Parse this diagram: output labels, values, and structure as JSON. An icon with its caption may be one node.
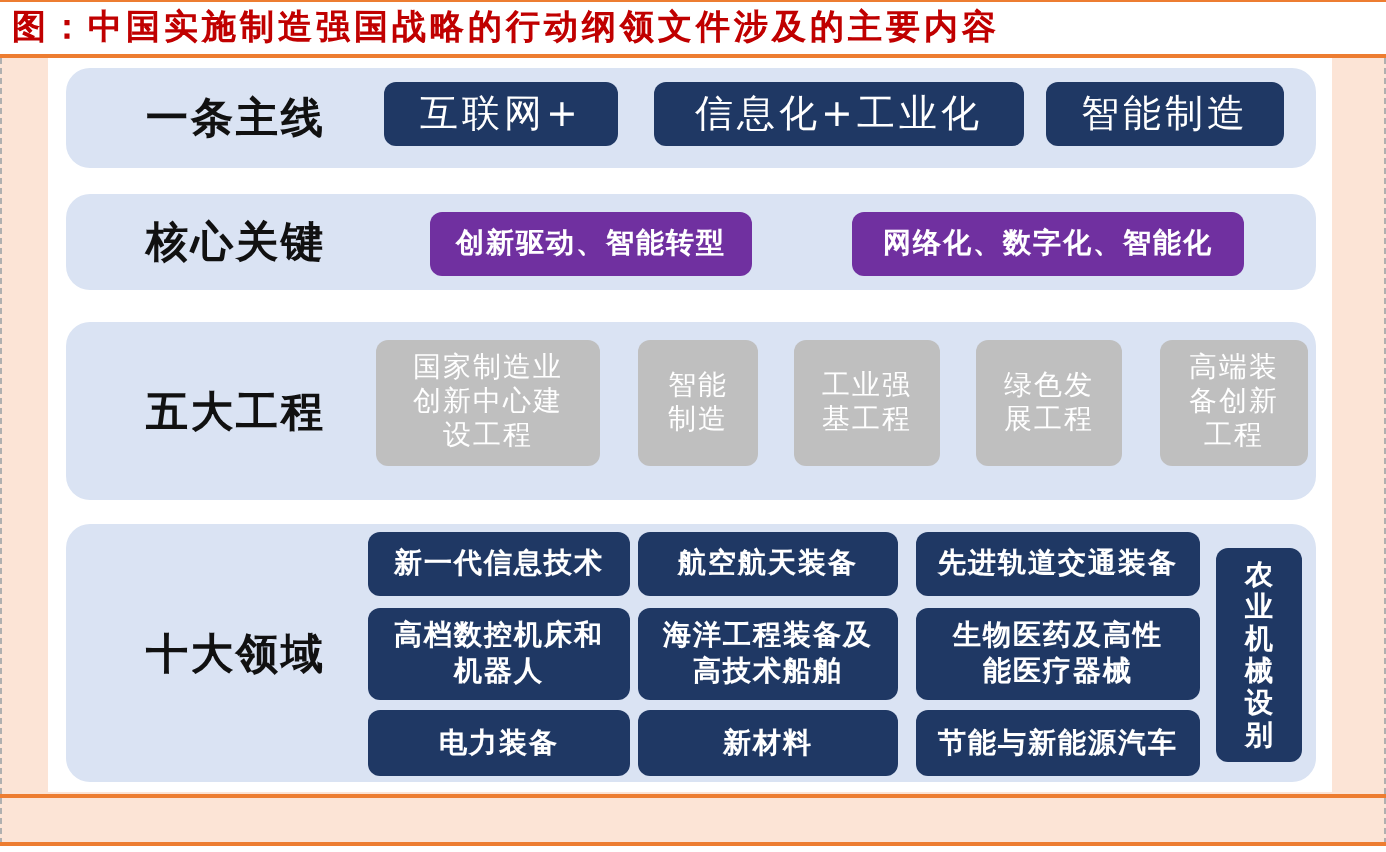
{
  "diagram": {
    "title": "图：中国实施制造强国战略的行动纲领文件涉及的主要内容",
    "nodes": [
      {
        "text": [
          "一条主线"
        ]
      },
      {
        "text": [
          "互联网+"
        ],
        "in": 0
      },
      {
        "text": [
          "信息化+工业化"
        ],
        "in": 0
      },
      {
        "text": [
          "智能制造"
        ],
        "in": 0
      },
      {
        "text": [
          "核心关键"
        ]
      },
      {
        "text": [
          "创新驱动、智能转型"
        ],
        "in": 4
      },
      {
        "text": [
          "网络化、数字化、智能化"
        ],
        "in": 4
      },
      {
        "text": [
          "五大工程"
        ]
      },
      {
        "text": [
          "国家制造业创新中心建设工程"
        ],
        "in": 7
      },
      {
        "text": [
          "智能制造"
        ],
        "in": 7
      },
      {
        "text": [
          "工业强基工程"
        ],
        "in": 7
      },
      {
        "text": [
          "绿色发展工程"
        ],
        "in": 7
      },
      {
        "text": [
          "高端装备创新工程"
        ],
        "in": 7
      },
      {
        "text": [
          "十大领域"
        ]
      },
      {
        "text": [
          "新一代信息技术"
        ],
        "in": 13
      },
      {
        "text": [
          "航空航天装备"
        ],
        "in": 13
      },
      {
        "text": [
          "先进轨道交通装备"
        ],
        "in": 13
      },
      {
        "text": [
          "农业机械设别"
        ],
        "in": 13
      },
      {
        "text": [
          "高档数控机床和机器人"
        ],
        "in": 13
      },
      {
        "text": [
          "海洋工程装备及高技术船舶"
        ],
        "in": 13
      },
      {
        "text": [
          "生物医药及高性能医疗器械"
        ],
        "in": 13
      },
      {
        "text": [
          "电力装备"
        ],
        "in": 13
      },
      {
        "text": [
          "新材料"
        ],
        "in": 13
      },
      {
        "text": [
          "节能与新能源汽车"
        ],
        "in": 13
      }
    ]
  }
}
